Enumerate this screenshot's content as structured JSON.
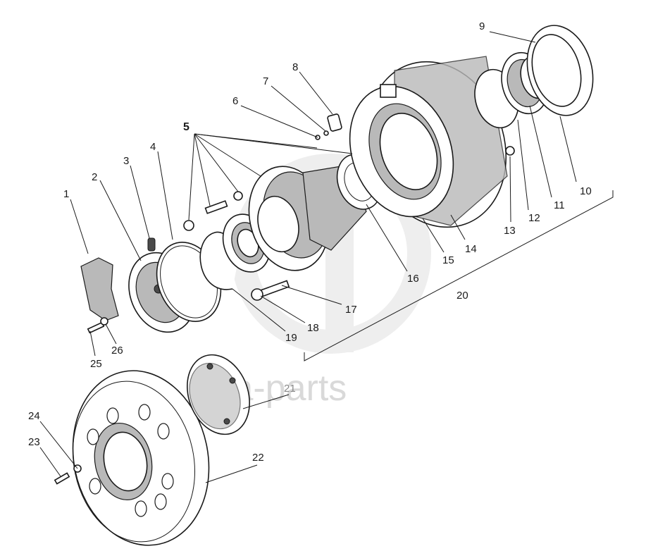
{
  "watermark": {
    "text": "sta-parts",
    "color": "#d6d6d6"
  },
  "callouts": {
    "c1": "1",
    "c2": "2",
    "c3": "3",
    "c4": "4",
    "c5": "5",
    "c6": "6",
    "c7": "7",
    "c8": "8",
    "c9": "9",
    "c10": "10",
    "c11": "11",
    "c12": "12",
    "c13": "13",
    "c14": "14",
    "c15": "15",
    "c16": "16",
    "c17": "17",
    "c18": "18",
    "c19": "19",
    "c20": "20",
    "c21": "21",
    "c22": "22",
    "c23": "23",
    "c24": "24",
    "c25": "25",
    "c26": "26"
  },
  "colors": {
    "ink": "#1a1a1a",
    "shade": "#b9b9b9",
    "paper": "#ffffff"
  }
}
